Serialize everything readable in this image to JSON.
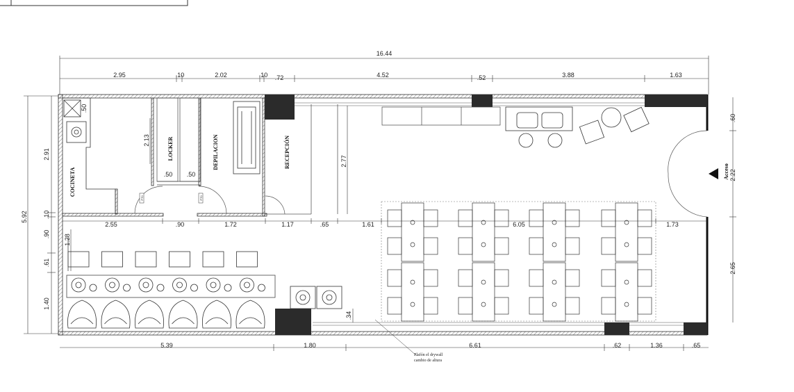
{
  "plan": {
    "dims_top": {
      "total": "16.44",
      "d1": "2.95",
      "d2": ".10",
      "d3": "2.02",
      "d4": ".10",
      "d5": ".72",
      "d6": "4.52",
      "d7": ".52",
      "d8": "3.88",
      "d9": "1.63"
    },
    "dims_bottom": {
      "d1": "5.39",
      "d2": "1.80",
      "d3": "6.61",
      "d4": ".62",
      "d5": "1.36",
      "d6": ".65"
    },
    "dims_left": {
      "total": "5.92",
      "d1": "2.91",
      "d2": ".10",
      "d3": ".90",
      "d4": ".61",
      "d5": "1.40",
      "d6": "1.28"
    },
    "dims_right": {
      "d1": ".60",
      "d2": "2.22",
      "d3": "2.65"
    },
    "dims_mid": {
      "d1": "2.55",
      "d2": ".90",
      "d3": "1.72",
      "d4": "1.17",
      "d5": ".65",
      "d6": "1.61",
      "d7": "6.05",
      "d8": "1.73"
    },
    "dims_inner": {
      "d_213": "2.13",
      "d_50a": ".50",
      "d_50b": ".50",
      "d_50c": ".50",
      "d_277": "2.77",
      "d_34": ".34"
    },
    "rooms": {
      "cocineta": "COCINETA",
      "locker": "LOCKER",
      "depilacion": "DEPILACION",
      "recepcion": "RECEPCIÓN",
      "acceso": "Acceso"
    },
    "door_tag_a": "P70",
    "door_tag_b": "P70",
    "note_line1": "Plafón el drywall",
    "note_line2": "cambio de altura"
  }
}
